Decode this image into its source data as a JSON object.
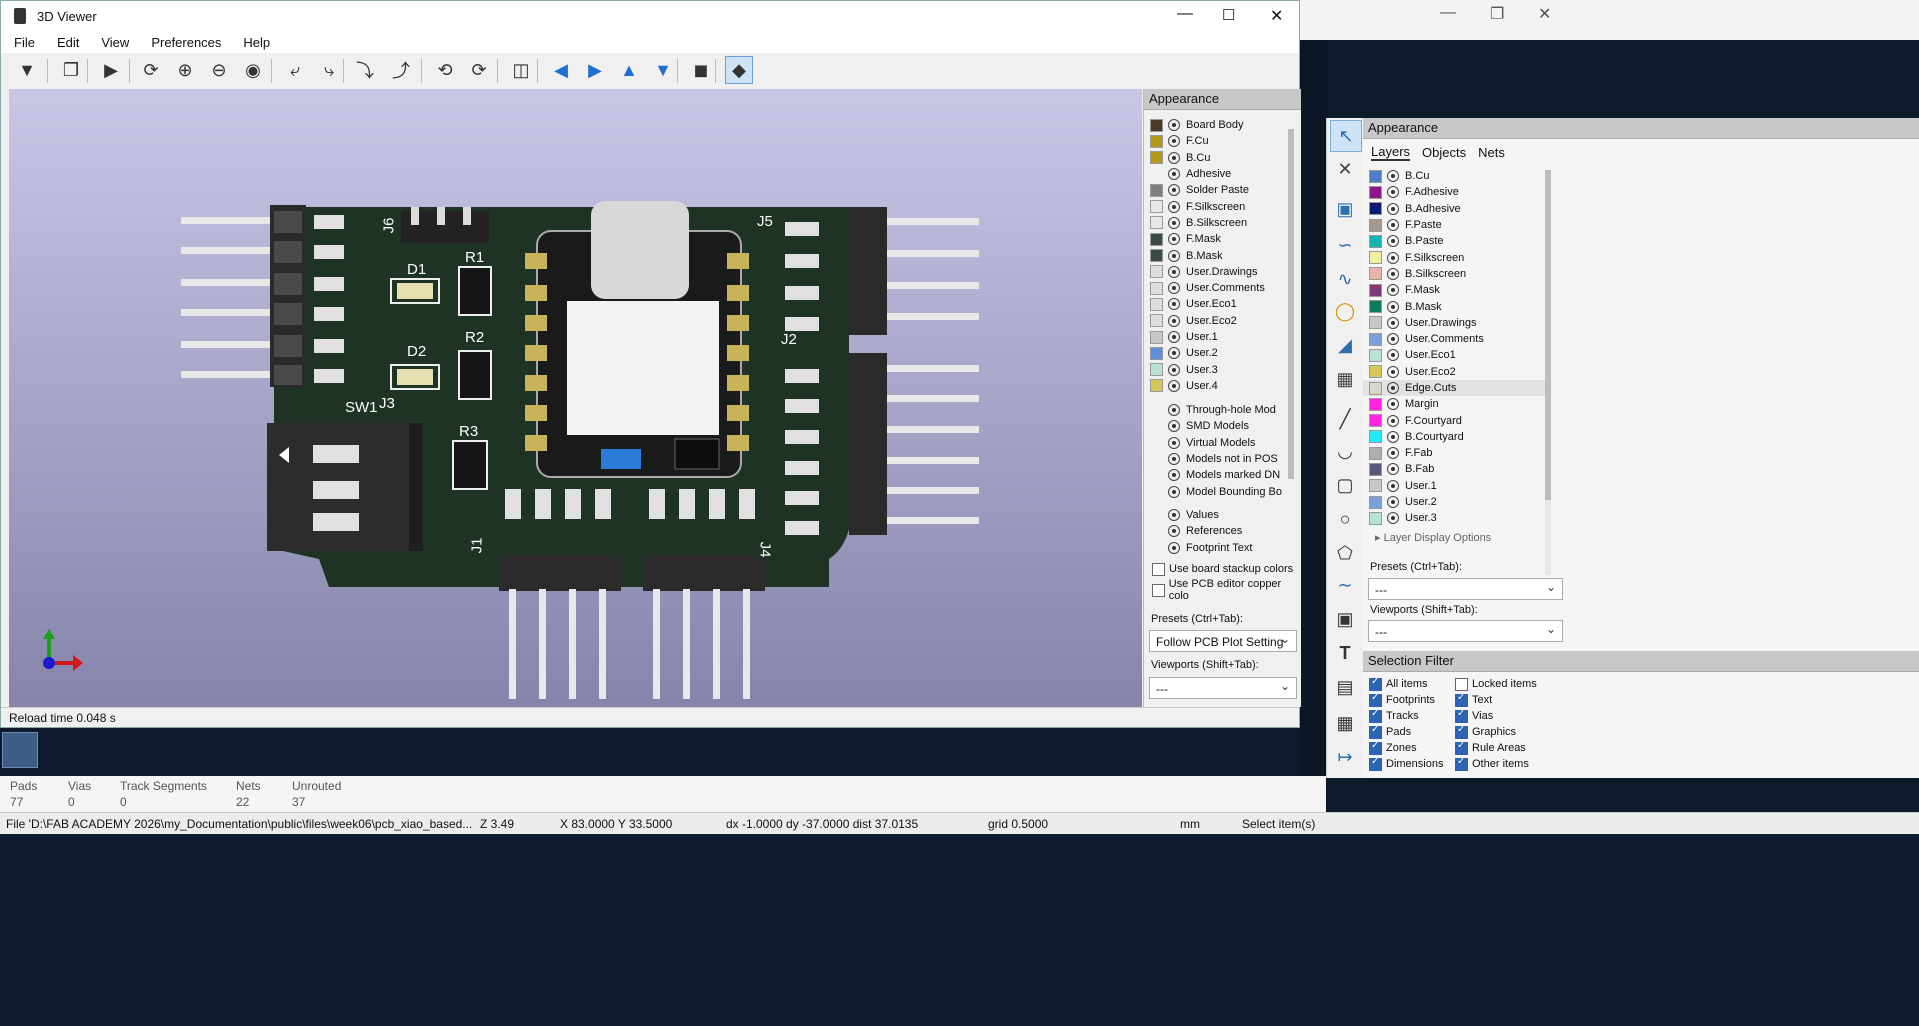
{
  "window": {
    "title": "3D Viewer"
  },
  "menu": [
    "File",
    "Edit",
    "View",
    "Preferences",
    "Help"
  ],
  "toolbar_icons": [
    "export-image-icon",
    "copy-icon",
    "raytrace-icon",
    "reload-icon",
    "zoom-in-icon",
    "zoom-out-icon",
    "zoom-fit-icon",
    "rotate-x-cw-icon",
    "rotate-x-ccw-icon",
    "rotate-y-cw-icon",
    "rotate-y-ccw-icon",
    "rotate-z-cw-icon",
    "rotate-z-ccw-icon",
    "flip-board-icon",
    "move-left-icon",
    "move-right-icon",
    "move-up-icon",
    "move-down-icon",
    "ortho-icon",
    "layers-toggle-icon"
  ],
  "viewer": {
    "refdes": [
      "J6",
      "D1",
      "R1",
      "D2",
      "R2",
      "SW1",
      "J3",
      "R3",
      "J5",
      "J2",
      "J1",
      "J4"
    ],
    "reload_status": "Reload time 0.048 s"
  },
  "appearance3d": {
    "title": "Appearance",
    "layers": [
      {
        "name": "Board Body",
        "color": "#4b3a2a"
      },
      {
        "name": "F.Cu",
        "color": "#b59a17"
      },
      {
        "name": "B.Cu",
        "color": "#b59a17"
      },
      {
        "name": "Adhesive",
        "color": ""
      },
      {
        "name": "Solder Paste",
        "color": "#808080"
      },
      {
        "name": "F.Silkscreen",
        "color": "#e8e8e8"
      },
      {
        "name": "B.Silkscreen",
        "color": "#e8e8e8"
      },
      {
        "name": "F.Mask",
        "color": "#3b4b47"
      },
      {
        "name": "B.Mask",
        "color": "#3b4b47"
      },
      {
        "name": "User.Drawings",
        "color": "#dddddd"
      },
      {
        "name": "User.Comments",
        "color": "#dddddd"
      },
      {
        "name": "User.Eco1",
        "color": "#dddddd"
      },
      {
        "name": "User.Eco2",
        "color": "#dddddd"
      },
      {
        "name": "User.1",
        "color": "#c8c8c8"
      },
      {
        "name": "User.2",
        "color": "#5c8ed9"
      },
      {
        "name": "User.3",
        "color": "#b8e0d4"
      },
      {
        "name": "User.4",
        "color": "#d8c85a"
      }
    ],
    "models": [
      "Through-hole Mod",
      "SMD Models",
      "Virtual Models",
      "Models not in POS",
      "Models marked DN",
      "Model Bounding Bo"
    ],
    "text_items": [
      "Values",
      "References",
      "Footprint Text"
    ],
    "use_board_stackup": "Use board stackup colors",
    "use_pcb_copper": "Use PCB editor copper colo",
    "presets_label": "Presets (Ctrl+Tab):",
    "presets_value": "Follow PCB Plot Setting",
    "viewports_label": "Viewports (Shift+Tab):",
    "viewports_value": "---"
  },
  "pcb_appearance": {
    "title": "Appearance",
    "tabs": [
      "Layers",
      "Objects",
      "Nets"
    ],
    "layers": [
      {
        "name": "B.Cu",
        "color": "#4d7fc4"
      },
      {
        "name": "F.Adhesive",
        "color": "#8a1a8a"
      },
      {
        "name": "B.Adhesive",
        "color": "#0c1a70"
      },
      {
        "name": "F.Paste",
        "color": "#a89a8a"
      },
      {
        "name": "B.Paste",
        "color": "#12b5b0"
      },
      {
        "name": "F.Silkscreen",
        "color": "#f2eda1"
      },
      {
        "name": "B.Silkscreen",
        "color": "#e8b4a8"
      },
      {
        "name": "F.Mask",
        "color": "#7c3a7c"
      },
      {
        "name": "B.Mask",
        "color": "#0f7a5e"
      },
      {
        "name": "User.Drawings",
        "color": "#c8c8c8"
      },
      {
        "name": "User.Comments",
        "color": "#7ca0d8"
      },
      {
        "name": "User.Eco1",
        "color": "#b6e2d4"
      },
      {
        "name": "User.Eco2",
        "color": "#d8c85a"
      },
      {
        "name": "Edge.Cuts",
        "color": "#d8d8c8"
      },
      {
        "name": "Margin",
        "color": "#ff26e2"
      },
      {
        "name": "F.Courtyard",
        "color": "#ff26e2"
      },
      {
        "name": "B.Courtyard",
        "color": "#26e9ff"
      },
      {
        "name": "F.Fab",
        "color": "#afafaf"
      },
      {
        "name": "B.Fab",
        "color": "#58587a"
      },
      {
        "name": "User.1",
        "color": "#c8c8c8"
      },
      {
        "name": "User.2",
        "color": "#7ca0d8"
      },
      {
        "name": "User.3",
        "color": "#b6e2d4"
      }
    ],
    "layer_display_options": "Layer Display Options",
    "presets_label": "Presets (Ctrl+Tab):",
    "presets_value": "---",
    "viewports_label": "Viewports (Shift+Tab):",
    "viewports_value": "---",
    "selection_filter_title": "Selection Filter",
    "filters_left": [
      {
        "label": "All items",
        "on": true
      },
      {
        "label": "Footprints",
        "on": true
      },
      {
        "label": "Tracks",
        "on": true
      },
      {
        "label": "Pads",
        "on": true
      },
      {
        "label": "Zones",
        "on": true
      },
      {
        "label": "Dimensions",
        "on": true
      }
    ],
    "filters_right": [
      {
        "label": "Locked items",
        "on": false
      },
      {
        "label": "Text",
        "on": true
      },
      {
        "label": "Vias",
        "on": true
      },
      {
        "label": "Graphics",
        "on": true
      },
      {
        "label": "Rule Areas",
        "on": true
      },
      {
        "label": "Other items",
        "on": true
      }
    ]
  },
  "board_stats": {
    "headers": [
      "Pads",
      "Vias",
      "Track Segments",
      "Nets",
      "Unrouted"
    ],
    "values": [
      "77",
      "0",
      "0",
      "22",
      "37"
    ]
  },
  "bottom_status": {
    "file": "File 'D:\\FAB ACADEMY 2026\\my_Documentation\\public\\files\\week06\\pcb_xiao_based...",
    "zoom": "Z 3.49",
    "xy": "X 83.0000  Y 33.5000",
    "delta": "dx -1.0000  dy -37.0000  dist 37.0135",
    "grid": "grid 0.5000",
    "units": "mm",
    "mode": "Select item(s)"
  }
}
